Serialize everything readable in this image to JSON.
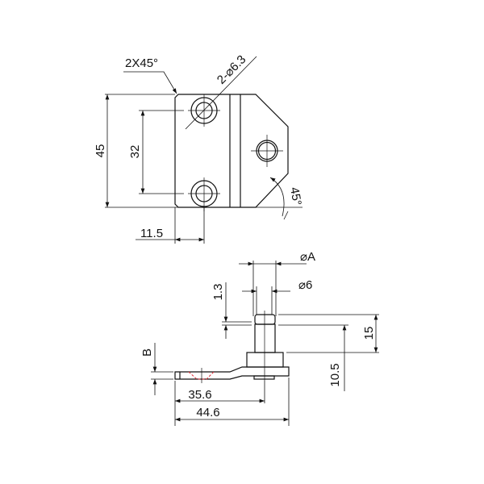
{
  "top_view": {
    "chamfer_label": "2X45°",
    "hole_label": "2-⌀6.3",
    "height_dim": "45",
    "hole_spacing_dim": "32",
    "hole_offset_dim": "11.5",
    "angle_dim": "45°"
  },
  "side_view": {
    "diameter_a": "⌀A",
    "diameter_6": "⌀6",
    "groove_dim": "1.3",
    "height_15": "15",
    "height_10_5": "10.5",
    "thickness_b": "B",
    "length_35_6": "35.6",
    "length_44_6": "44.6"
  },
  "colors": {
    "line": "#111111",
    "hidden": "#e0303a"
  }
}
